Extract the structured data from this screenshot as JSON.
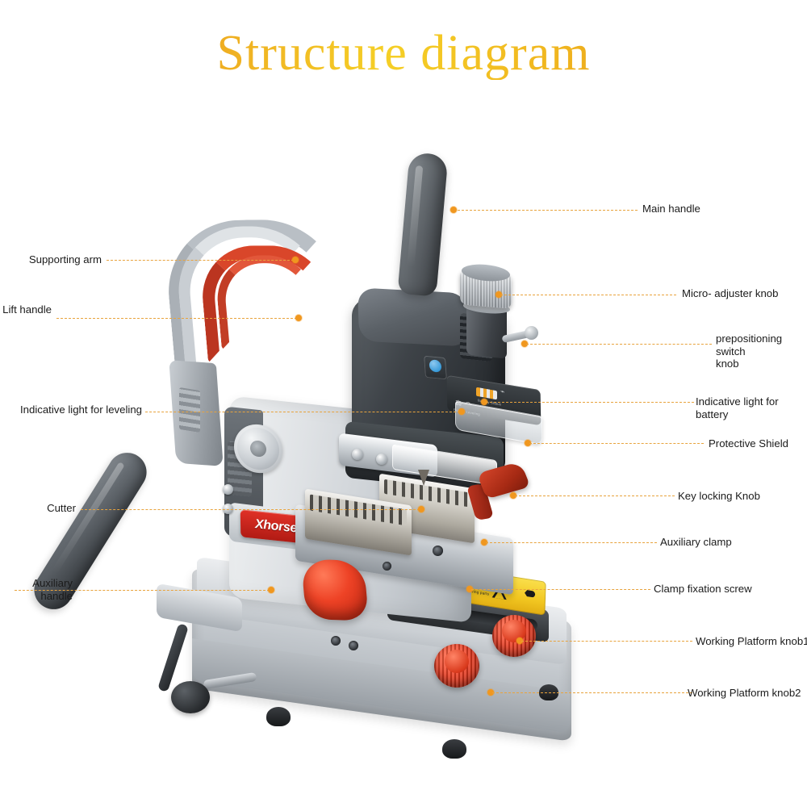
{
  "page": {
    "title": "Structure diagram",
    "background": "#ffffff",
    "accent_color": "#e8a33d",
    "dot_color": "#f0971f",
    "title_gradient_from": "#e07b18",
    "title_gradient_to": "#f5cf26"
  },
  "product": {
    "brand": "Xhorse",
    "brand_mark": "®",
    "warning_sticker": {
      "heading": "WARNING",
      "subtext": "Do not place hand near moving parts"
    },
    "control_panel": {
      "leveling_label": "Bubble Leveling",
      "battery_label": "Battery Status"
    }
  },
  "callouts": {
    "left": [
      {
        "id": "supporting-arm",
        "label": "Supporting arm"
      },
      {
        "id": "lift-handle",
        "label": "Lift handle"
      },
      {
        "id": "indicative-light-leveling",
        "label": "Indicative light for leveling"
      },
      {
        "id": "cutter",
        "label": "Cutter"
      },
      {
        "id": "auxiliary-handle",
        "label": "Auxiliary handle"
      }
    ],
    "right": [
      {
        "id": "main-handle",
        "label": "Main handle"
      },
      {
        "id": "micro-adjuster-knob",
        "label": "Micro- adjuster knob"
      },
      {
        "id": "prepositioning-switch-knob",
        "label": "prepositioning switch\nknob"
      },
      {
        "id": "indicative-light-battery",
        "label": "Indicative light for battery"
      },
      {
        "id": "protective-shield",
        "label": "Protective Shield"
      },
      {
        "id": "key-locking-knob",
        "label": "Key locking Knob"
      },
      {
        "id": "auxiliary-clamp",
        "label": "Auxiliary clamp"
      },
      {
        "id": "clamp-fixation-screw",
        "label": "Clamp fixation screw"
      },
      {
        "id": "working-platform-knob1",
        "label": "Working Platform knob1"
      },
      {
        "id": "working-platform-knob2",
        "label": "Working Platform knob2"
      }
    ]
  }
}
